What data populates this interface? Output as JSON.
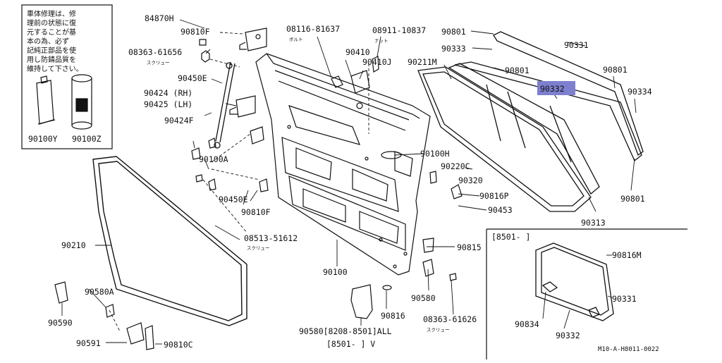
{
  "note": {
    "lines": [
      "車体修理は、修",
      "理前の状態に復",
      "元することが基",
      "本の為、必ず",
      "記純正部品を使",
      "用し防錆品質を",
      "維持して下さい。"
    ]
  },
  "parts": {
    "p84870H": "84870H",
    "p90810F_top": "90810F",
    "p08363_61656": "08363-61656",
    "screw_a": "スクリュー",
    "p90450E_left": "90450E",
    "p90424_rh": "90424 (RH)",
    "p90425_lh": "90425 (LH)",
    "p90424F": "90424F",
    "p90100Y": "90100Y",
    "p90100Z": "90100Z",
    "p90100A": "90100A",
    "p90450E_mid": "90450E",
    "p90810F_mid": "90810F",
    "p08116_81637": "08116-81637",
    "bolt": "ボルト",
    "p08911_10837": "08911-10837",
    "nut": "ナット",
    "p90410": "90410",
    "p90410J": "90410J",
    "p90211M": "90211M",
    "p90100H": "90100H",
    "p90220C": "90220C",
    "p90320": "90320",
    "p90816P": "90816P",
    "p90453": "90453",
    "p90801_a": "90801",
    "p90333": "90333",
    "p90801_b": "90801",
    "p90331_top": "90331",
    "p90801_c": "90801",
    "p90332_hl": "90332",
    "p90334": "90334",
    "p90801_d": "90801",
    "p90313": "90313",
    "p90210": "90210",
    "p08513_51612": "08513-51612",
    "screw_b": "スクリュー",
    "p90100": "90100",
    "p90815": "90815",
    "p90580A": "90580A",
    "p90590": "90590",
    "p90591": "90591",
    "p90810C": "90810C",
    "p90580": "90580",
    "p90816": "90816",
    "p08363_61626": "08363-61626",
    "screw_c": "スクリュー",
    "p90580_range_all": "90580[8208-8501]ALL",
    "p90580_range_v": "[8501-    ]  V",
    "inset_range": "[8501-    ]",
    "p90816M": "90816M",
    "p90331_inset": "90331",
    "p90834": "90834",
    "p90332_inset": "90332",
    "diagram_code": "M10-A-H8011-0022"
  },
  "colors": {
    "highlight": "#7d7fcf",
    "ink": "#111111"
  }
}
